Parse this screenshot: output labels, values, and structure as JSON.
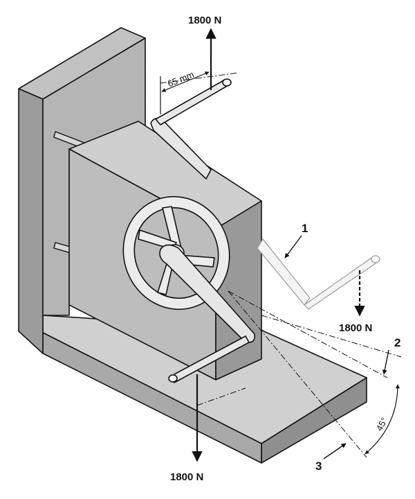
{
  "forces": {
    "top": "1800 N",
    "right": "1800 N",
    "bottom": "1800 N"
  },
  "dimensions": {
    "crank_length": "65 mm",
    "angle": "45°"
  },
  "callouts": {
    "one": "1",
    "two": "2",
    "three": "3"
  }
}
